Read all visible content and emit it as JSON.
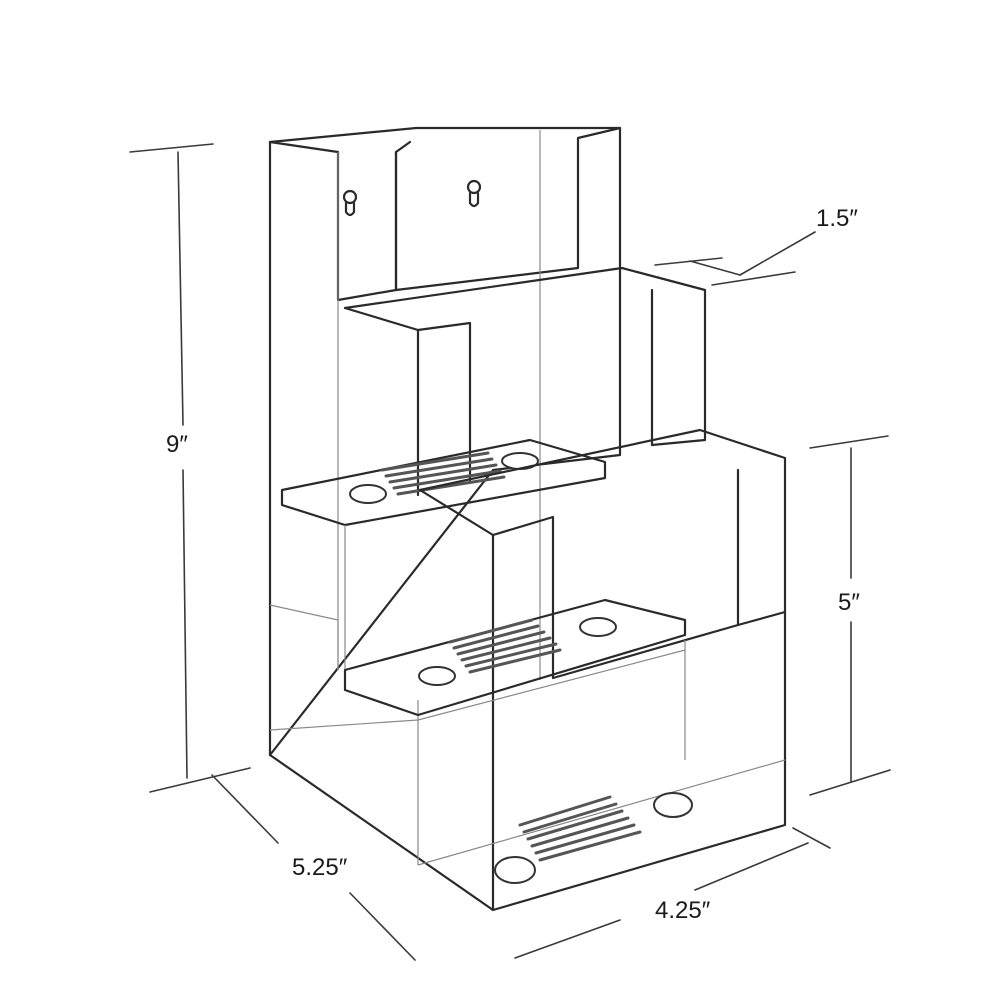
{
  "dimensions": {
    "height_total": "9″",
    "pocket_depth": "1.5″",
    "front_height": "5″",
    "side_depth": "5.25″",
    "front_width": "4.25″"
  }
}
